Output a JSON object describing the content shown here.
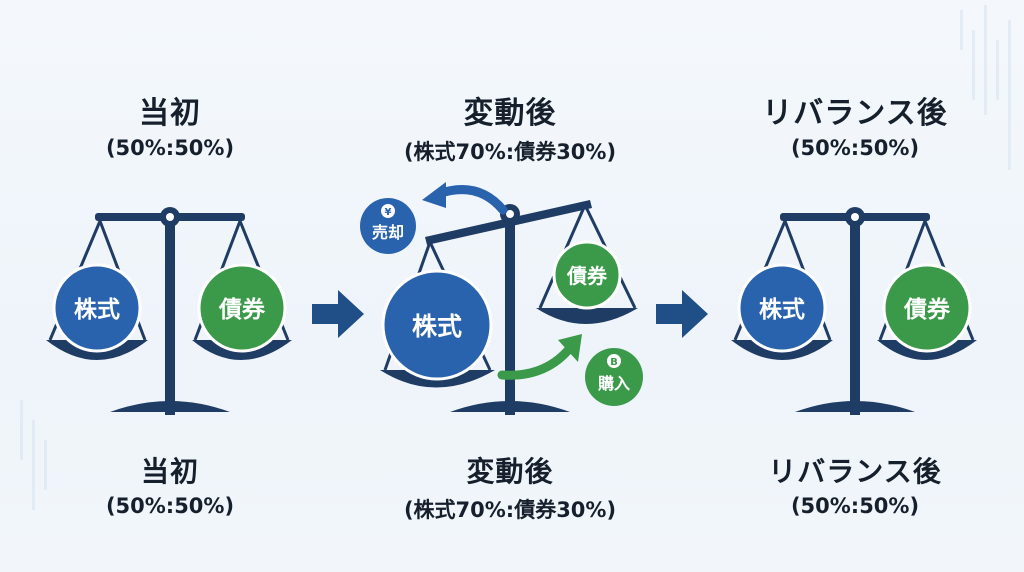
{
  "panels": [
    {
      "title": "当初",
      "ratio": "(50%:50%)",
      "left_label": "株式",
      "right_label": "債券"
    },
    {
      "title": "変動後",
      "ratio": "(株式70%:債券30%)",
      "left_label": "株式",
      "right_label": "債券"
    },
    {
      "title": "リバランス後",
      "ratio": "(50%:50%)",
      "left_label": "株式",
      "right_label": "債券"
    }
  ],
  "captions": [
    {
      "title": "当初",
      "ratio": "(50%:50%)"
    },
    {
      "title": "変動後",
      "ratio": "(株式70%:債券30%)"
    },
    {
      "title": "リバランス後",
      "ratio": "(50%:50%)"
    }
  ],
  "actions": {
    "sell_symbol": "¥",
    "sell_label": "売却",
    "buy_symbol": "B",
    "buy_label": "購入"
  },
  "colors": {
    "scale": "#1f3c64",
    "stock": "#2a63ad",
    "bond": "#3a9a4a",
    "arrow": "#1f4f86"
  }
}
